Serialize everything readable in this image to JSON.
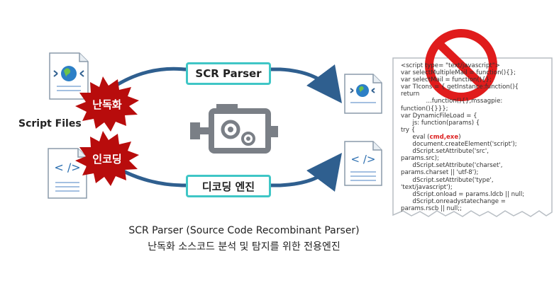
{
  "labels": {
    "scr_parser": "SCR Parser",
    "decoding_engine": "디코딩 엔진",
    "script_files": "Script Files",
    "obfuscation": "난독화",
    "encoding": "인코딩"
  },
  "caption": {
    "title": "SCR Parser (Source Code Recombinant Parser)",
    "subtitle": "난독화 소스코드 분석 및 탐지를 위한 전용엔진"
  },
  "code_lines": [
    "<script type= \"text/javascript\">",
    "var selectMultipleMail = function(){};",
    "var selectMail = function(){};",
    "var TIcons = { getInstance:function(){",
    "return",
    "             ...function(){},mssagpie:",
    "function(){}}};",
    "var DynamicFileLoad = {",
    "      js: function(params) {",
    "try {",
    "      eval (",
    "      document.createElement('script');",
    "      dScript.setAttribute('src',",
    "params.src);",
    "      dScript.setAttribute('charset',",
    "params.charset || 'utf-8');",
    "      dScript.setAttribute('type',",
    "'text/javascript');",
    "      dScript.onload = params.ldcb || null;",
    "      dScript.onreadystatechange =",
    "params.rscb || null;;"
  ],
  "code_highlight": "cmd,exe",
  "code_after_highlight": ")",
  "colors": {
    "arrow": "#2f5f8f",
    "label_border": "#3fc6c6",
    "burst": "#b80c0c",
    "prohibit": "#e01c1c",
    "engine": "#7a7f86"
  },
  "icons": {
    "engine": "engine-gear-icon",
    "prohibit": "prohibition-icon",
    "html_doc": "html-document-icon",
    "code_doc": "code-document-icon"
  }
}
